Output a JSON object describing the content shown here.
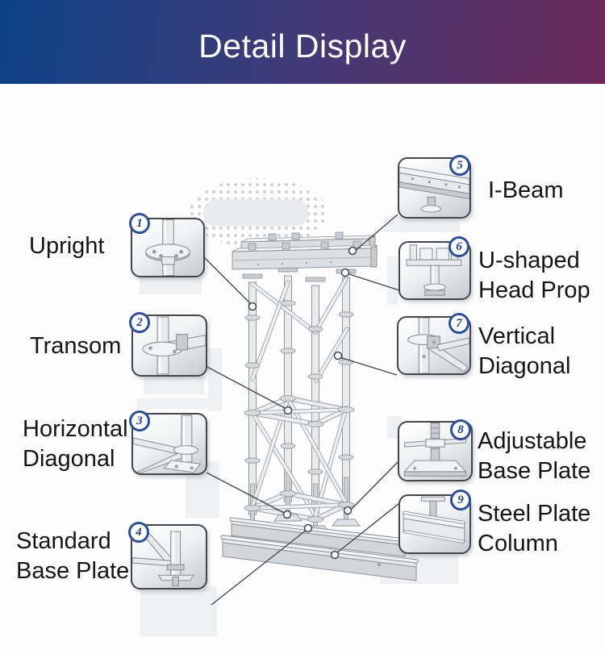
{
  "header": {
    "title": "Detail Display",
    "gradient_start": "#0c4286",
    "gradient_end": "#6b2a59"
  },
  "accent_badge_blue": "#2a4fa2",
  "parts_left": [
    {
      "number": "1",
      "label": "Upright"
    },
    {
      "number": "2",
      "label": "Transom"
    },
    {
      "number": "3",
      "label": "Horizontal\nDiagonal"
    },
    {
      "number": "4",
      "label": "Standard\nBase Plate"
    }
  ],
  "parts_right": [
    {
      "number": "5",
      "label": "I-Beam"
    },
    {
      "number": "6",
      "label": "U-shaped\nHead Prop"
    },
    {
      "number": "7",
      "label": "Vertical\nDiagonal"
    },
    {
      "number": "8",
      "label": "Adjustable\nBase Plate"
    },
    {
      "number": "9",
      "label": "Steel Plate\nColumn"
    }
  ],
  "illustration": {
    "subject": "shoring scaffolding tower with I-beams, U-head props, diagonals, base plates and steel channel columns"
  }
}
